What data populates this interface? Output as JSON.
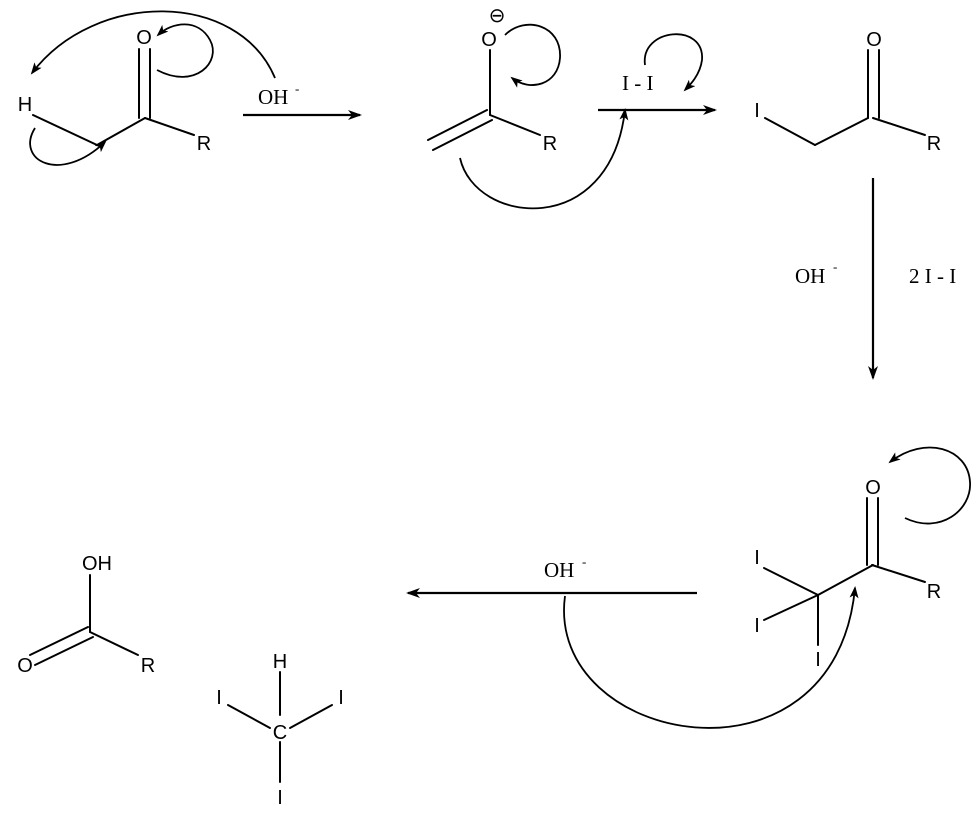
{
  "labels": {
    "atom_O": "O",
    "atom_H": "H",
    "atom_R": "R",
    "atom_I": "I",
    "atom_C": "C",
    "atom_OH": "OH",
    "charge_minus": "⊖"
  },
  "reagents": {
    "hydroxide": "OH",
    "minus_sup": "-",
    "iodine": "I - I",
    "two_iodine": "2 I - I"
  },
  "colors": {
    "ink": "#000000",
    "background": "#ffffff"
  }
}
